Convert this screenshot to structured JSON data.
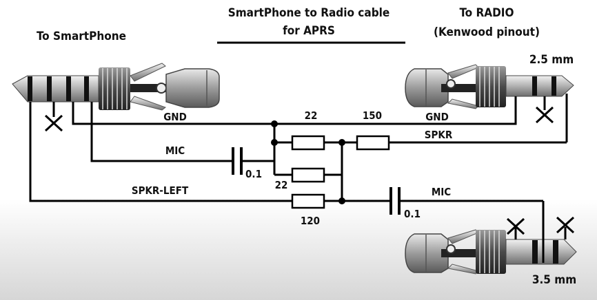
{
  "header": {
    "title_line1": "SmartPhone to Radio cable",
    "title_line2": "for APRS",
    "left_label": "To SmartPhone",
    "right_label_line1": "To RADIO",
    "right_label_line2": "(Kenwood pinout)"
  },
  "connectors": {
    "radio_top_size": "2.5 mm",
    "radio_bottom_size": "3.5 mm"
  },
  "wires": {
    "gnd_left": "GND",
    "gnd_right": "GND",
    "spkr": "SPKR",
    "mic_left": "MIC",
    "mic_right": "MIC",
    "spkr_left": "SPKR-LEFT"
  },
  "components": {
    "r1_value": "22",
    "r2_value": "150",
    "r3_value": "22",
    "r4_value": "120",
    "c1_value": "0.1",
    "c2_value": "0.1"
  }
}
